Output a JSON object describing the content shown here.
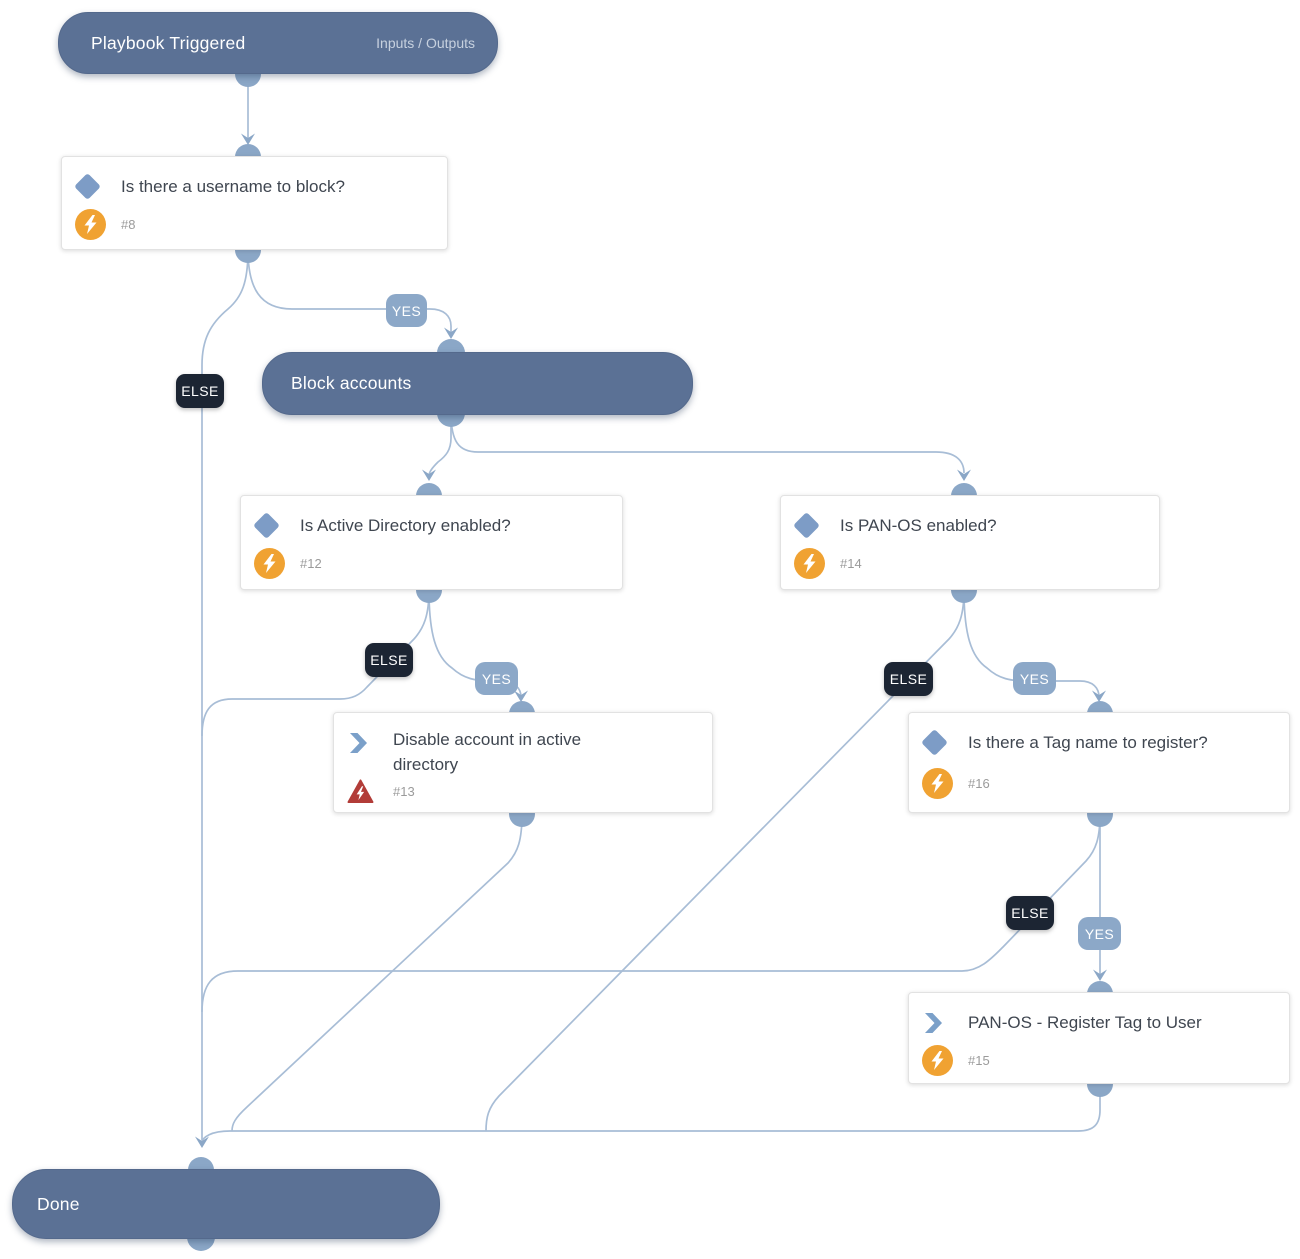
{
  "labels": {
    "yes": "YES",
    "else": "ELSE"
  },
  "nodes": {
    "start": {
      "title": "Playbook Triggered",
      "io_label": "Inputs / Outputs"
    },
    "cond_username": {
      "title": "Is there a username to block?",
      "task_id": "#8"
    },
    "block_accounts": {
      "title": "Block accounts"
    },
    "cond_ad": {
      "title": "Is Active Directory enabled?",
      "task_id": "#12"
    },
    "cond_panos": {
      "title": "Is PAN-OS enabled?",
      "task_id": "#14"
    },
    "task_disable": {
      "title": "Disable account in active\ndirectory",
      "task_id": "#13"
    },
    "cond_tag": {
      "title": "Is there a Tag name to register?",
      "task_id": "#16"
    },
    "task_register_tag": {
      "title": "PAN-OS - Register Tag to User",
      "task_id": "#15"
    },
    "done": {
      "title": "Done"
    }
  },
  "colors": {
    "pill_bg": "#5b7195",
    "line": "#a8bdd6",
    "connector": "#8ba7c7",
    "yes_chip": "#8ca8c8",
    "else_chip": "#1c2533",
    "condition_icon": "#7d9cc6",
    "task_icon": "#7ba0c9",
    "bolt_circle": "#f0a232",
    "error_icon": "#b23c38",
    "title_text": "#3f4650",
    "id_text": "#9b9b9b"
  }
}
